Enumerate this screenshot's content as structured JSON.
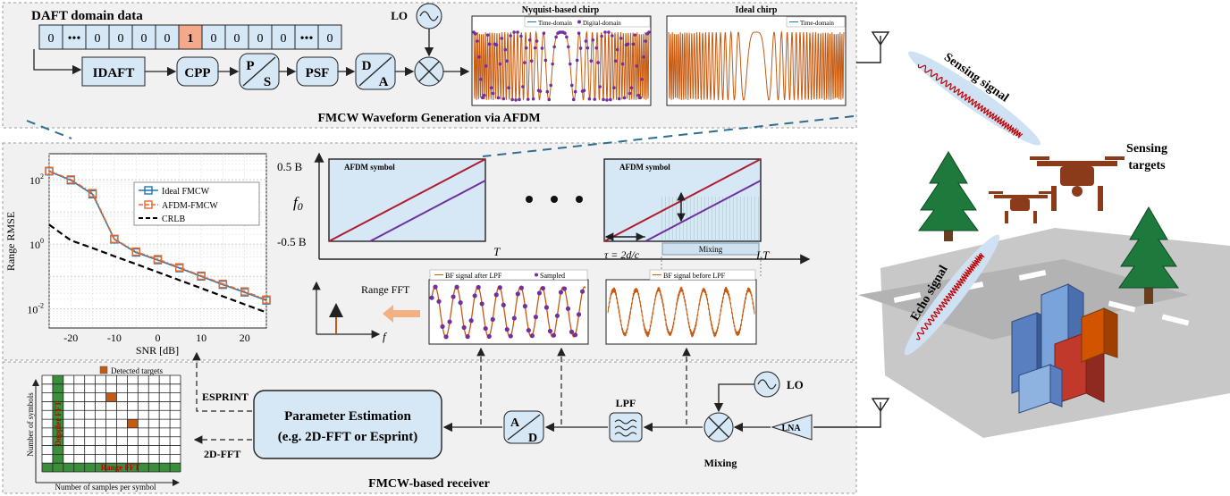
{
  "top_panel": {
    "dataframe_title": "DAFT domain data",
    "cells": [
      "0",
      "•••",
      "0",
      "0",
      "0",
      "0",
      "1",
      "0",
      "0",
      "0",
      "0",
      "•••",
      "0"
    ],
    "blocks": {
      "idaft": "IDAFT",
      "cpp": "CPP",
      "ps_top": "P",
      "ps_bottom": "S",
      "psf": "PSF",
      "da_top": "D",
      "da_bottom": "A"
    },
    "lo": "LO",
    "nyquist_title": "Nyquist-based  chirp",
    "nyquist_legend": [
      "Time-domain",
      "Digital-domain"
    ],
    "ideal_title": "Ideal chirp",
    "ideal_legend": [
      "Time-domain"
    ],
    "caption": "FMCW Waveform Generation via AFDM"
  },
  "middle_panel": {
    "y_top": "0.5 B",
    "y_bottom": "-0.5 B",
    "f0_label": "f",
    "f0_sub": "0",
    "symbol_label": "AFDM symbol",
    "t_label": "T",
    "lt_label": "LT",
    "tau_label": "τ = 2d/c",
    "mixing_label": "Mixing",
    "range_fft": "Range FFT",
    "f_axis": "f",
    "bf_after_legend": [
      "BF signal after LPF",
      "Sampled"
    ],
    "bf_before_legend": [
      "BF signal before LPF"
    ]
  },
  "rmse_plot": {
    "ylabel": "Range RMSE",
    "xlabel": "SNR [dB]",
    "x_ticks": [
      "-20",
      "-10",
      "0",
      "10",
      "20"
    ],
    "y_ticks": [
      "10",
      "10",
      "10"
    ],
    "y_exps": [
      "2",
      "0",
      "-2"
    ],
    "legend": [
      "Ideal FMCW",
      "AFDM-FMCW",
      "CRLB"
    ]
  },
  "chart_data": {
    "type": "line",
    "xlabel": "SNR [dB]",
    "ylabel": "Range RMSE",
    "log_y": true,
    "xlim": [
      -25,
      25
    ],
    "x": [
      -25,
      -20,
      -15,
      -10,
      -5,
      0,
      5,
      10,
      15,
      20,
      25
    ],
    "series": [
      {
        "name": "Ideal FMCW",
        "values": [
          180,
          95,
          35,
          1.4,
          0.55,
          0.32,
          0.18,
          0.1,
          0.055,
          0.032,
          0.018
        ]
      },
      {
        "name": "AFDM-FMCW",
        "values": [
          185,
          100,
          38,
          1.45,
          0.58,
          0.34,
          0.19,
          0.105,
          0.058,
          0.034,
          0.019
        ]
      },
      {
        "name": "CRLB",
        "values": [
          4.0,
          1.3,
          0.75,
          0.42,
          0.24,
          0.135,
          0.076,
          0.043,
          0.024,
          0.0135,
          0.0076
        ]
      }
    ],
    "colors": {
      "ideal": "#1f77b4",
      "afdm": "#e8692e",
      "crlb": "#000000"
    }
  },
  "bottom_panel": {
    "detected_targets": "Detected targets",
    "esprint": "ESPRINT",
    "fft2d": "2D-FFT",
    "param_line1": "Parameter Estimation",
    "param_line2": "(e.g. 2D-FFT or Esprint)",
    "ad_top": "A",
    "ad_bottom": "D",
    "lpf": "LPF",
    "lo": "LO",
    "lna": "LNA",
    "mixing": "Mixing",
    "doppler_fft": "Doppler FFT",
    "range_fft": "Range FFT",
    "y_axis": "Number of symbols",
    "x_axis": "Number of samples per symbol",
    "caption": "FMCW-based receiver"
  },
  "scene": {
    "sensing_signal": "Sensing signal",
    "echo_signal": "Echo signal",
    "sensing_targets_1": "Sensing",
    "sensing_targets_2": "targets"
  },
  "colors": {
    "panel_bg": "#f1f1f1",
    "block_fill": "#d6e7f5",
    "highlight_cell": "#f3a98a",
    "chirp_orange": "#c55a11",
    "chirp_purple": "#7030a0",
    "red_line": "#b01c2e",
    "purple_line": "#7030a0"
  }
}
